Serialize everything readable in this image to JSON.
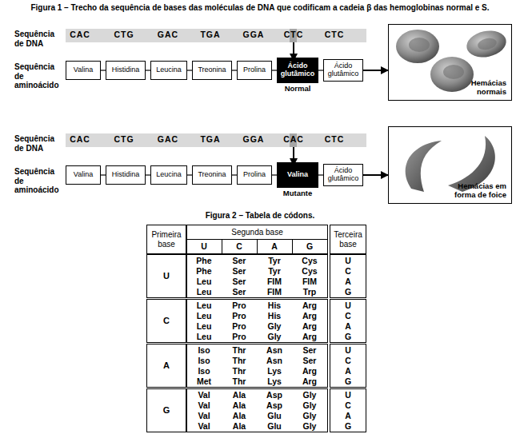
{
  "diagram": {
    "title": "Figura 1 – Trecho da sequência de bases das moléculas de DNA que codificam a cadeia β das hemoglobinas normal e S.",
    "nodes": [
      {
        "text": [
          "CAC",
          "CTG",
          "GAC",
          "TGA",
          "GGA",
          "CTC",
          "CTC"
        ]
      },
      {
        "text": [
          "Valina"
        ]
      },
      {
        "text": [
          "Histidina"
        ]
      },
      {
        "text": [
          "Leucina"
        ]
      },
      {
        "text": [
          "Treonina"
        ]
      },
      {
        "text": [
          "Prolina"
        ]
      },
      {
        "text": [
          "Ácido glutâmico"
        ]
      },
      {
        "text": [
          "Ácido glutâmico"
        ]
      },
      {
        "text": [
          "Hemácias normais"
        ]
      },
      {
        "text": [
          "CAC",
          "CTG",
          "GAC",
          "TGA",
          "GGA",
          "CAC",
          "CTC"
        ]
      },
      {
        "text": [
          "Valina"
        ]
      },
      {
        "text": [
          "Histidina"
        ]
      },
      {
        "text": [
          "Leucina"
        ]
      },
      {
        "text": [
          "Treonina"
        ]
      },
      {
        "text": [
          "Prolina"
        ]
      },
      {
        "text": [
          "Valina"
        ]
      },
      {
        "text": [
          "Ácido glutâmico"
        ]
      },
      {
        "text": [
          "Hemácias em forma de foice"
        ]
      }
    ],
    "edges": [
      {
        "from": 0,
        "to": 5,
        "arrow": "to"
      },
      {
        "from": 1,
        "to": 2,
        "arrow": "none"
      },
      {
        "from": 2,
        "to": 3,
        "arrow": "none"
      },
      {
        "from": 3,
        "to": 4,
        "arrow": "none"
      },
      {
        "from": 4,
        "to": 5,
        "arrow": "none"
      },
      {
        "from": 5,
        "to": 6,
        "arrow": "none"
      },
      {
        "from": 6,
        "to": 7,
        "arrow": "none"
      },
      {
        "from": 7,
        "to": 8,
        "arrow": "to"
      },
      {
        "from": 9,
        "to": 14,
        "arrow": "to"
      },
      {
        "from": 10,
        "to": 11,
        "arrow": "none"
      },
      {
        "from": 11,
        "to": 12,
        "arrow": "none"
      },
      {
        "from": 12,
        "to": 13,
        "arrow": "none"
      },
      {
        "from": 13,
        "to": 14,
        "arrow": "none"
      },
      {
        "from": 14,
        "to": 15,
        "arrow": "none"
      },
      {
        "from": 15,
        "to": 16,
        "arrow": "none"
      },
      {
        "from": 16,
        "to": 17,
        "arrow": "to"
      }
    ],
    "labels": [
      "Sequência de DNA",
      "Sequência de aminoácido",
      "Normal",
      "Sequência de DNA",
      "Sequência de aminoácido",
      "Mutante",
      "Figura 2 – Tabela de códons.",
      "Primeira base",
      "Segunda base",
      "Terceira base",
      "U",
      "C",
      "A",
      "G",
      "U",
      "Phe",
      "Phe",
      "Leu",
      "Leu",
      "Ser",
      "Ser",
      "Ser",
      "Ser",
      "Tyr",
      "Tyr",
      "FIM",
      "FIM",
      "Cys",
      "Cys",
      "FIM",
      "Trp",
      "U",
      "C",
      "A",
      "G",
      "C",
      "Leu",
      "Leu",
      "Leu",
      "Leu",
      "Pro",
      "Pro",
      "Pro",
      "Pro",
      "His",
      "His",
      "Gly",
      "Gly",
      "Arg",
      "Arg",
      "Arg",
      "Arg",
      "U",
      "C",
      "A",
      "G",
      "A",
      "Iso",
      "Iso",
      "Iso",
      "Met",
      "Thr",
      "Thr",
      "Thr",
      "Thr",
      "Asn",
      "Asn",
      "Lys",
      "Lys",
      "Ser",
      "Ser",
      "Arg",
      "Arg",
      "U",
      "C",
      "A",
      "G",
      "G",
      "Val",
      "Val",
      "Val",
      "Val",
      "Ala",
      "Ala",
      "Ala",
      "Ala",
      "Asp",
      "Asp",
      "Glu",
      "Glu",
      "Gly",
      "Gly",
      "Gly",
      "Gly",
      "U",
      "C",
      "A",
      "G"
    ]
  }
}
